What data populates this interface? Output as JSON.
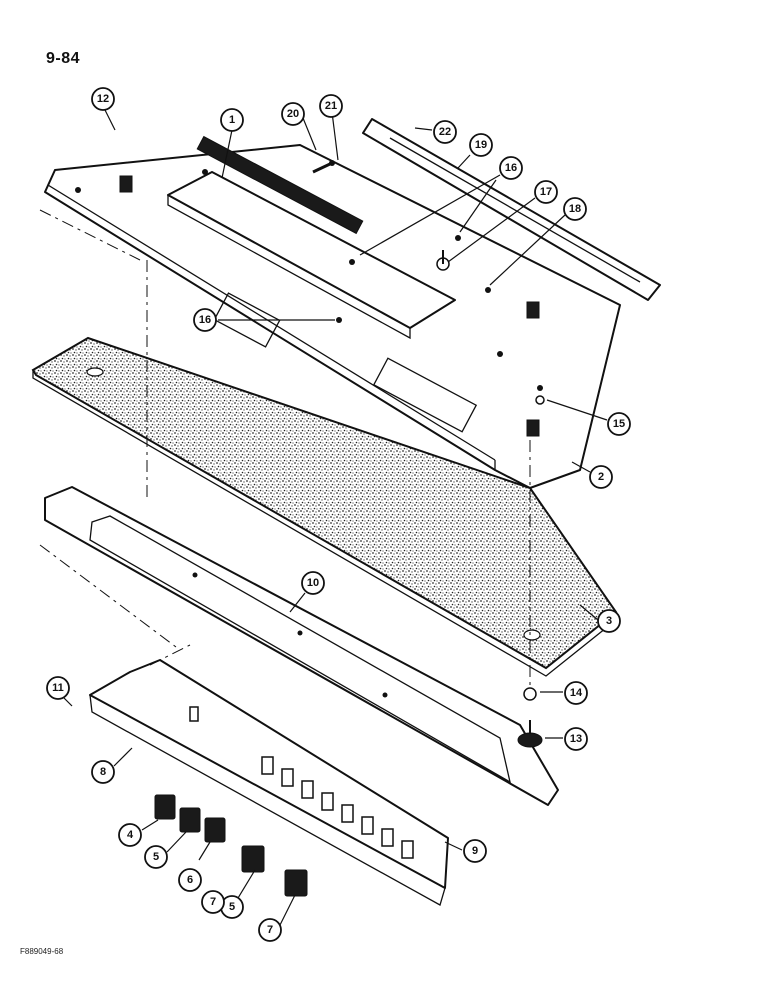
{
  "page": {
    "number": "9-84",
    "figure_code": "F889049-68"
  },
  "callouts": [
    {
      "id": "c1",
      "label": "1"
    },
    {
      "id": "c2",
      "label": "2"
    },
    {
      "id": "c3",
      "label": "3"
    },
    {
      "id": "c4",
      "label": "4"
    },
    {
      "id": "c5a",
      "label": "5"
    },
    {
      "id": "c5b",
      "label": "5"
    },
    {
      "id": "c6",
      "label": "6"
    },
    {
      "id": "c7a",
      "label": "7"
    },
    {
      "id": "c7b",
      "label": "7"
    },
    {
      "id": "c8",
      "label": "8"
    },
    {
      "id": "c9",
      "label": "9"
    },
    {
      "id": "c10",
      "label": "10"
    },
    {
      "id": "c11",
      "label": "11"
    },
    {
      "id": "c12",
      "label": "12"
    },
    {
      "id": "c13",
      "label": "13"
    },
    {
      "id": "c14",
      "label": "14"
    },
    {
      "id": "c15",
      "label": "15"
    },
    {
      "id": "c16a",
      "label": "16"
    },
    {
      "id": "c16b",
      "label": "16"
    },
    {
      "id": "c17",
      "label": "17"
    },
    {
      "id": "c18",
      "label": "18"
    },
    {
      "id": "c19",
      "label": "19"
    },
    {
      "id": "c20",
      "label": "20"
    },
    {
      "id": "c21",
      "label": "21"
    },
    {
      "id": "c22",
      "label": "22"
    }
  ]
}
